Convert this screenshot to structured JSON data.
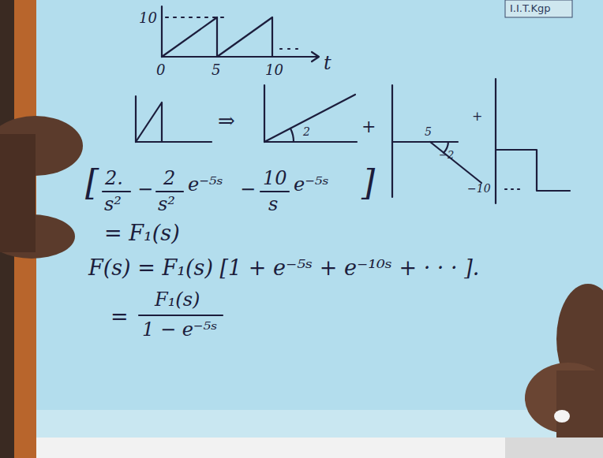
{
  "diagram": {
    "labels": [
      "10",
      "0",
      "5",
      "10",
      "t",
      "⇒",
      "2",
      "+",
      "5",
      "−2",
      "+",
      "−10",
      "[",
      "2.",
      "s²",
      "−",
      "2",
      "s²",
      "e⁻⁵ˢ",
      "−",
      "10",
      "s",
      "e⁻⁵ˢ",
      "]",
      "= F₁(s)",
      "F(s) = F₁(s) [1 + e⁻⁵ˢ + e⁻¹⁰ˢ + · · ·     ].",
      "=",
      "F₁(s)",
      "1 − e⁻⁵ˢ",
      "I.I.T.Kgp"
    ]
  }
}
